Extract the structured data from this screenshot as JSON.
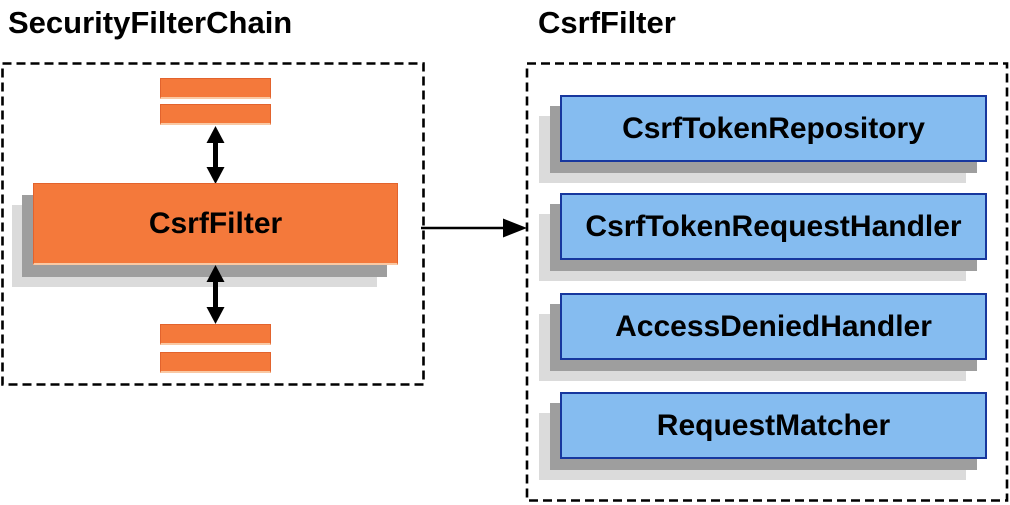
{
  "left_panel": {
    "title": "SecurityFilterChain",
    "csrf_filter_label": "CsrfFilter"
  },
  "right_panel": {
    "title": "CsrfFilter",
    "components": [
      "CsrfTokenRepository",
      "CsrfTokenRequestHandler",
      "AccessDeniedHandler",
      "RequestMatcher"
    ]
  },
  "colors": {
    "background": "#FFFFFF",
    "text": "#000000",
    "outline": "#000000",
    "orange_fill": "#F4793B",
    "orange_border": "#E2632D",
    "orange_highlight": "#F9C9A4",
    "blue_fill": "#85BCF0",
    "blue_border": "#17379E",
    "shadow_dark": "#9E9E9E",
    "shadow_light": "#DBDBDB"
  }
}
